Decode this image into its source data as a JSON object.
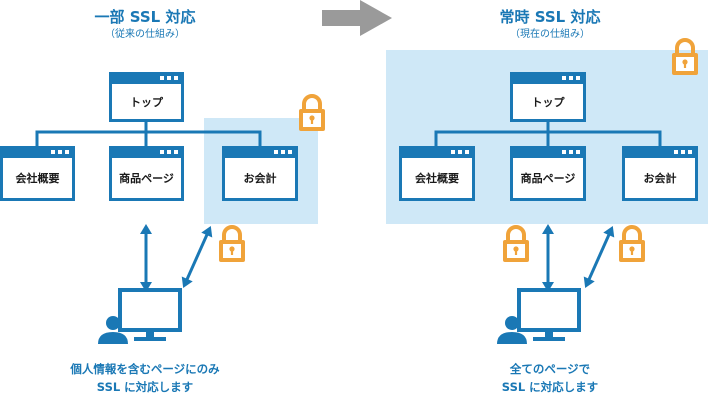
{
  "left": {
    "title": "一部 SSL 対応",
    "subtitle": "（従来の仕組み）",
    "pages": {
      "top": "トップ",
      "company": "会社概要",
      "product": "商品ページ",
      "account": "お会計"
    },
    "caption_line1": "個人情報を含むページにのみ",
    "caption_line2": "SSL に対応します"
  },
  "right": {
    "title": "常時 SSL 対応",
    "subtitle": "（現在の仕組み）",
    "pages": {
      "top": "トップ",
      "company": "会社概要",
      "product": "商品ページ",
      "account": "お会計"
    },
    "caption_line1": "全てのページで",
    "caption_line2": "SSL に対応します"
  },
  "colors": {
    "primary": "#1a78b5",
    "highlight": "#cfe8f7",
    "lock": "#f0a33a",
    "arrow": "#9a9a9a"
  },
  "icons": [
    "lock-icon",
    "user-computer-icon",
    "double-arrow-icon",
    "right-arrow-icon"
  ]
}
